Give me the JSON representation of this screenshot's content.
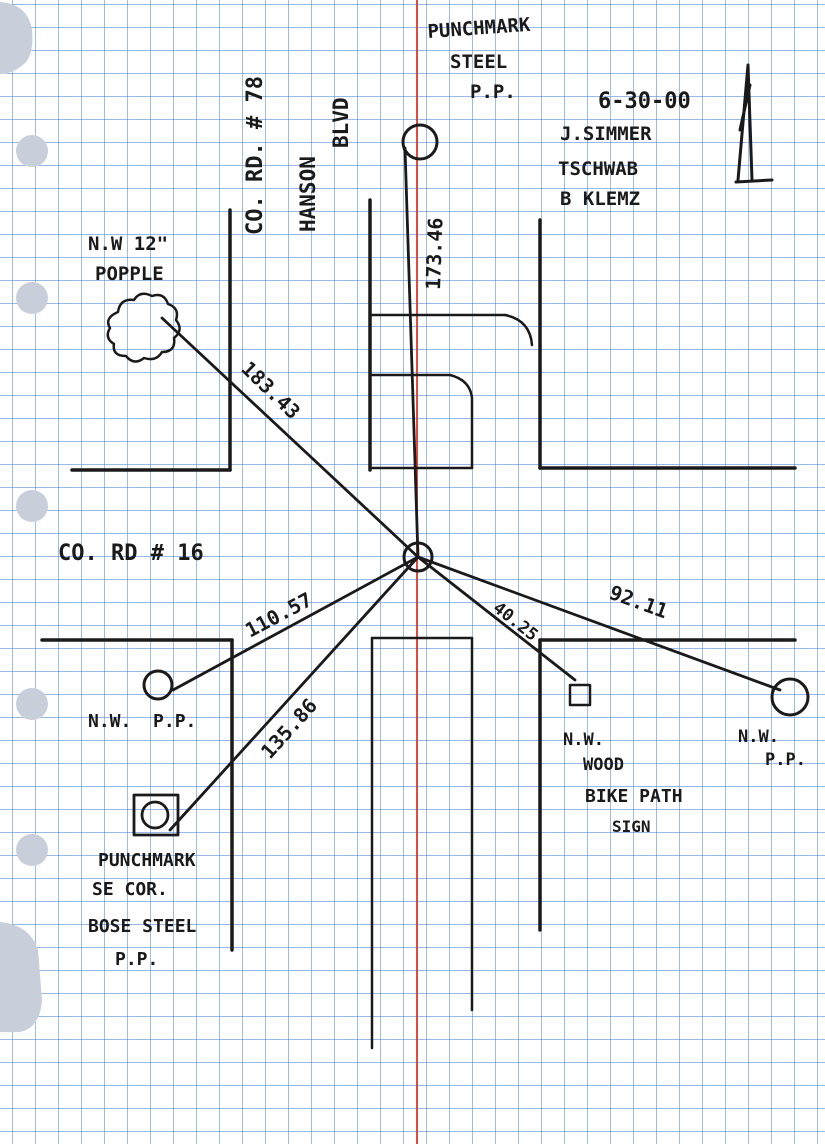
{
  "labels": {
    "benchmark_top_line1": "PUNCHMARK",
    "benchmark_top_line2": "STEEL",
    "benchmark_top_line3": "P.P.",
    "date": "6-30-00",
    "crew1": "J.SIMMER",
    "crew2": "TSCHWAB",
    "crew3": "B KLEMZ",
    "road_78": "CO. RD. # 78",
    "hanson_line1": "HANSON",
    "hanson_line2": "BLVD",
    "tree_line1": "N.W 12\"",
    "tree_line2": "POPPLE",
    "road_16": "CO. RD # 16",
    "nw_pp_left": "N.W.  P.P.",
    "sign_line1": "N.W.",
    "sign_line2": "WOOD",
    "sign_line3": "BIKE PATH",
    "sign_line4": "SIGN",
    "nw_pp_right_line1": "N.W.",
    "nw_pp_right_line2": "P.P.",
    "punch_line1": "PUNCHMARK",
    "punch_line2": "SE COR.",
    "punch_line3": "BOSE STEEL",
    "punch_line4": "P.P."
  },
  "distances": {
    "to_top_pp": "173.46",
    "to_popple": "183.43",
    "to_nw_pp_left": "110.57",
    "to_punchmark": "135.86",
    "to_sign": "40.25",
    "to_nw_pp_right": "92.11"
  },
  "colors": {
    "paper": "#ffffff",
    "grid": "#5b8fd6",
    "margin_line": "#e0352b",
    "ink": "#1a1a1a",
    "punch_hole": "#c9cedb"
  }
}
